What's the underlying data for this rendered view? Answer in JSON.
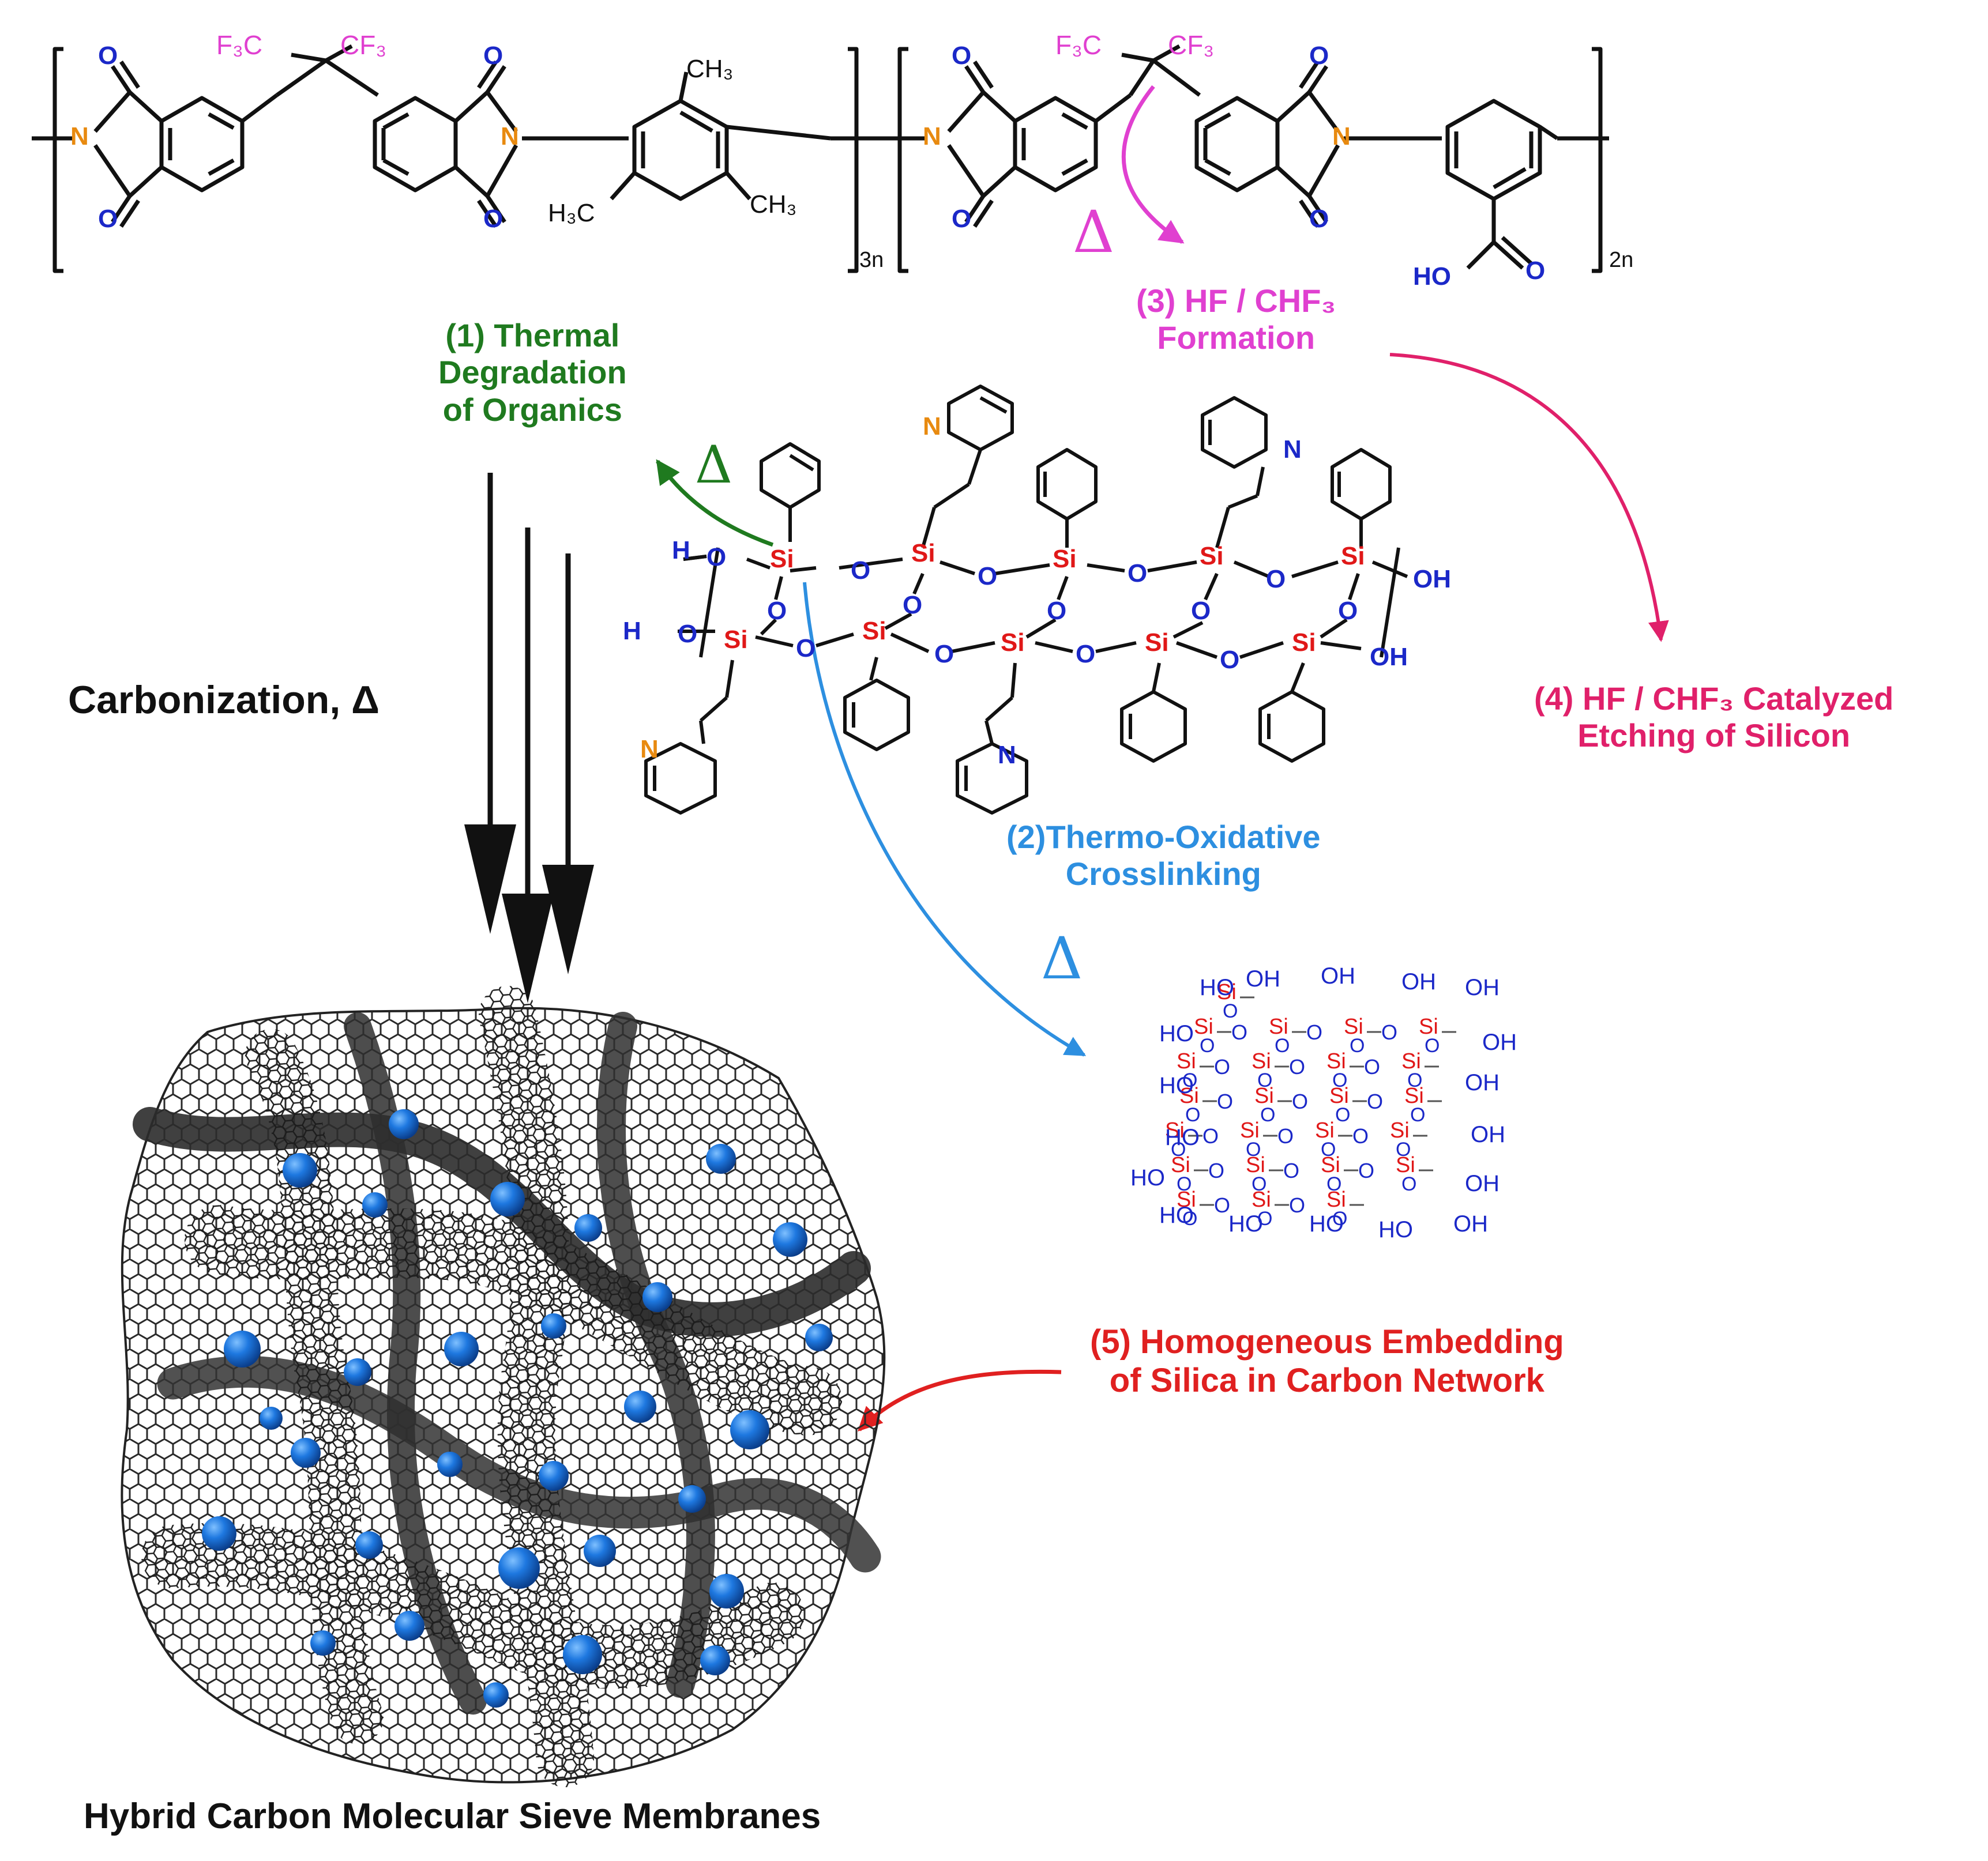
{
  "colors": {
    "black": "#111111",
    "green": "#1f7a1f",
    "blue": "#2d8fe0",
    "magenta": "#e040d0",
    "pink": "#e0206a",
    "red": "#e02020",
    "atom_blue": "#1b28c8",
    "atom_orange": "#e88a10",
    "atom_red": "#e01818",
    "carbon": "#3c3c3c",
    "silica_sphere": "#1e78e0"
  },
  "polymer": {
    "f3c": "F₃C",
    "cf3": "CF₃",
    "ch3": "CH₃",
    "h3c": "H₃C",
    "o": "O",
    "n": "N",
    "ho": "HO",
    "sub_3n": "3n",
    "sub_2n": "2n",
    "delta": "Δ"
  },
  "siloxane": {
    "si": "Si",
    "o": "O",
    "h": "H",
    "oh": "OH",
    "n": "N",
    "delta": "Δ"
  },
  "silica_cluster": {
    "si": "Si",
    "o": "O",
    "oh": "OH",
    "ho": "HO"
  },
  "steps": {
    "step1_line1": "(1) Thermal",
    "step1_line2": "Degradation",
    "step1_line3": "of Organics",
    "step2_line1": "(2)Thermo-Oxidative",
    "step2_line2": "Crosslinking",
    "step3_line1": "(3) HF / CHF₃",
    "step3_line2": "Formation",
    "step4_line1": "(4) HF / CHF₃ Catalyzed",
    "step4_line2": "Etching of Silicon",
    "step5_line1": "(5) Homogeneous Embedding",
    "step5_line2": "of Silica in Carbon Network"
  },
  "carbonization": {
    "label": "Carbonization, Δ",
    "delta": "Δ"
  },
  "product": {
    "title": "Hybrid Carbon Molecular Sieve Membranes"
  }
}
